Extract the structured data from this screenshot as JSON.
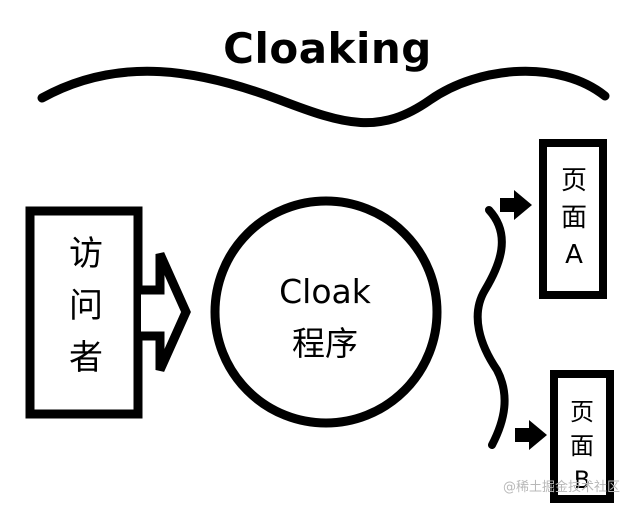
{
  "title": "Cloaking",
  "visitor": {
    "label": "访\n问\n者"
  },
  "program": {
    "label": "Cloak\n程序"
  },
  "page_a": {
    "label": "页\n面\nA"
  },
  "page_b": {
    "label": "页\n面\nB"
  },
  "watermark": "@稀土掘金技术社区",
  "colors": {
    "stroke": "#000000",
    "background": "#ffffff",
    "watermark": "#b8b8b8"
  }
}
